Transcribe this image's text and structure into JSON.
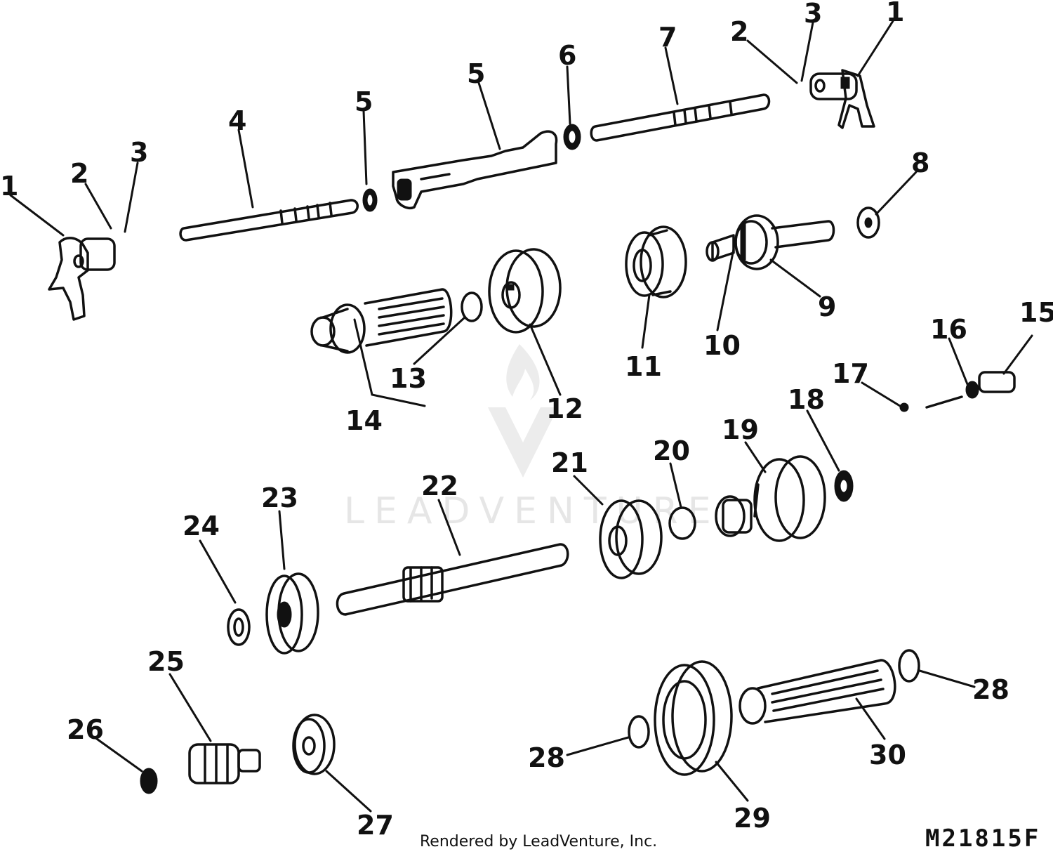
{
  "callouts": [
    "1",
    "2",
    "3",
    "4",
    "5",
    "5",
    "6",
    "7",
    "2",
    "3",
    "1",
    "8",
    "9",
    "10",
    "11",
    "12",
    "13",
    "14",
    "15",
    "16",
    "17",
    "18",
    "19",
    "20",
    "21",
    "22",
    "23",
    "24",
    "25",
    "26",
    "27",
    "28",
    "28",
    "29",
    "30"
  ],
  "footer": {
    "credit": "Rendered by LeadVenture, Inc.",
    "figure_id": "M21815F"
  },
  "watermark": {
    "text": "LEADVENTURE"
  }
}
